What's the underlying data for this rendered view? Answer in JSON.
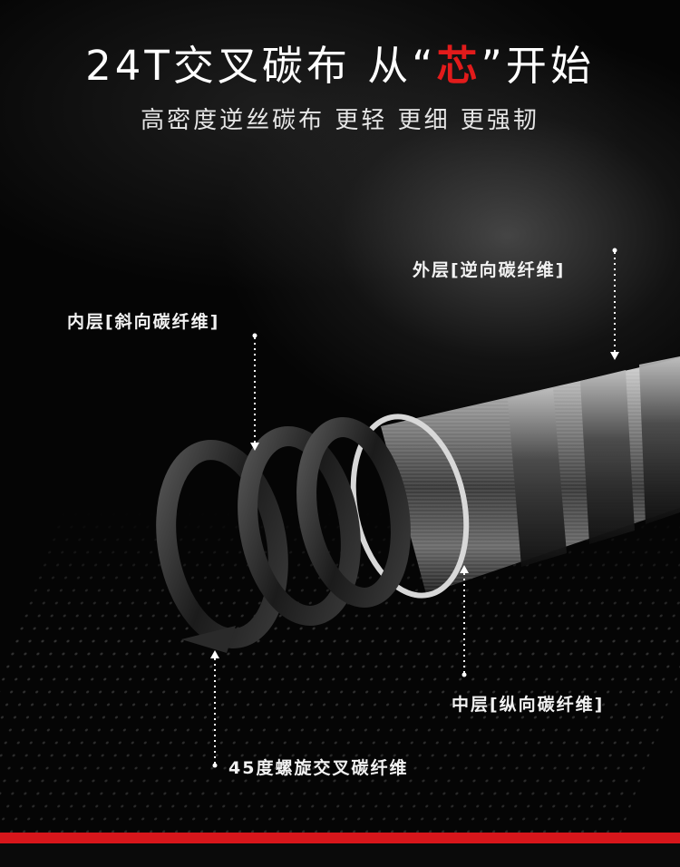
{
  "header": {
    "title_prefix": "24T交叉碳布 从“",
    "title_accent": "芯",
    "title_suffix": "”开始",
    "subtitle": "高密度逆丝碳布 更轻 更细 更强韧"
  },
  "labels": {
    "outer": "外层[逆向碳纤维]",
    "inner": "内层[斜向碳纤维]",
    "middle": "中层[纵向碳纤维]",
    "spiral": "45度螺旋交叉碳纤维"
  },
  "colors": {
    "accent": "#e21b1b",
    "bar": "#d7161b",
    "background": "#050505"
  }
}
